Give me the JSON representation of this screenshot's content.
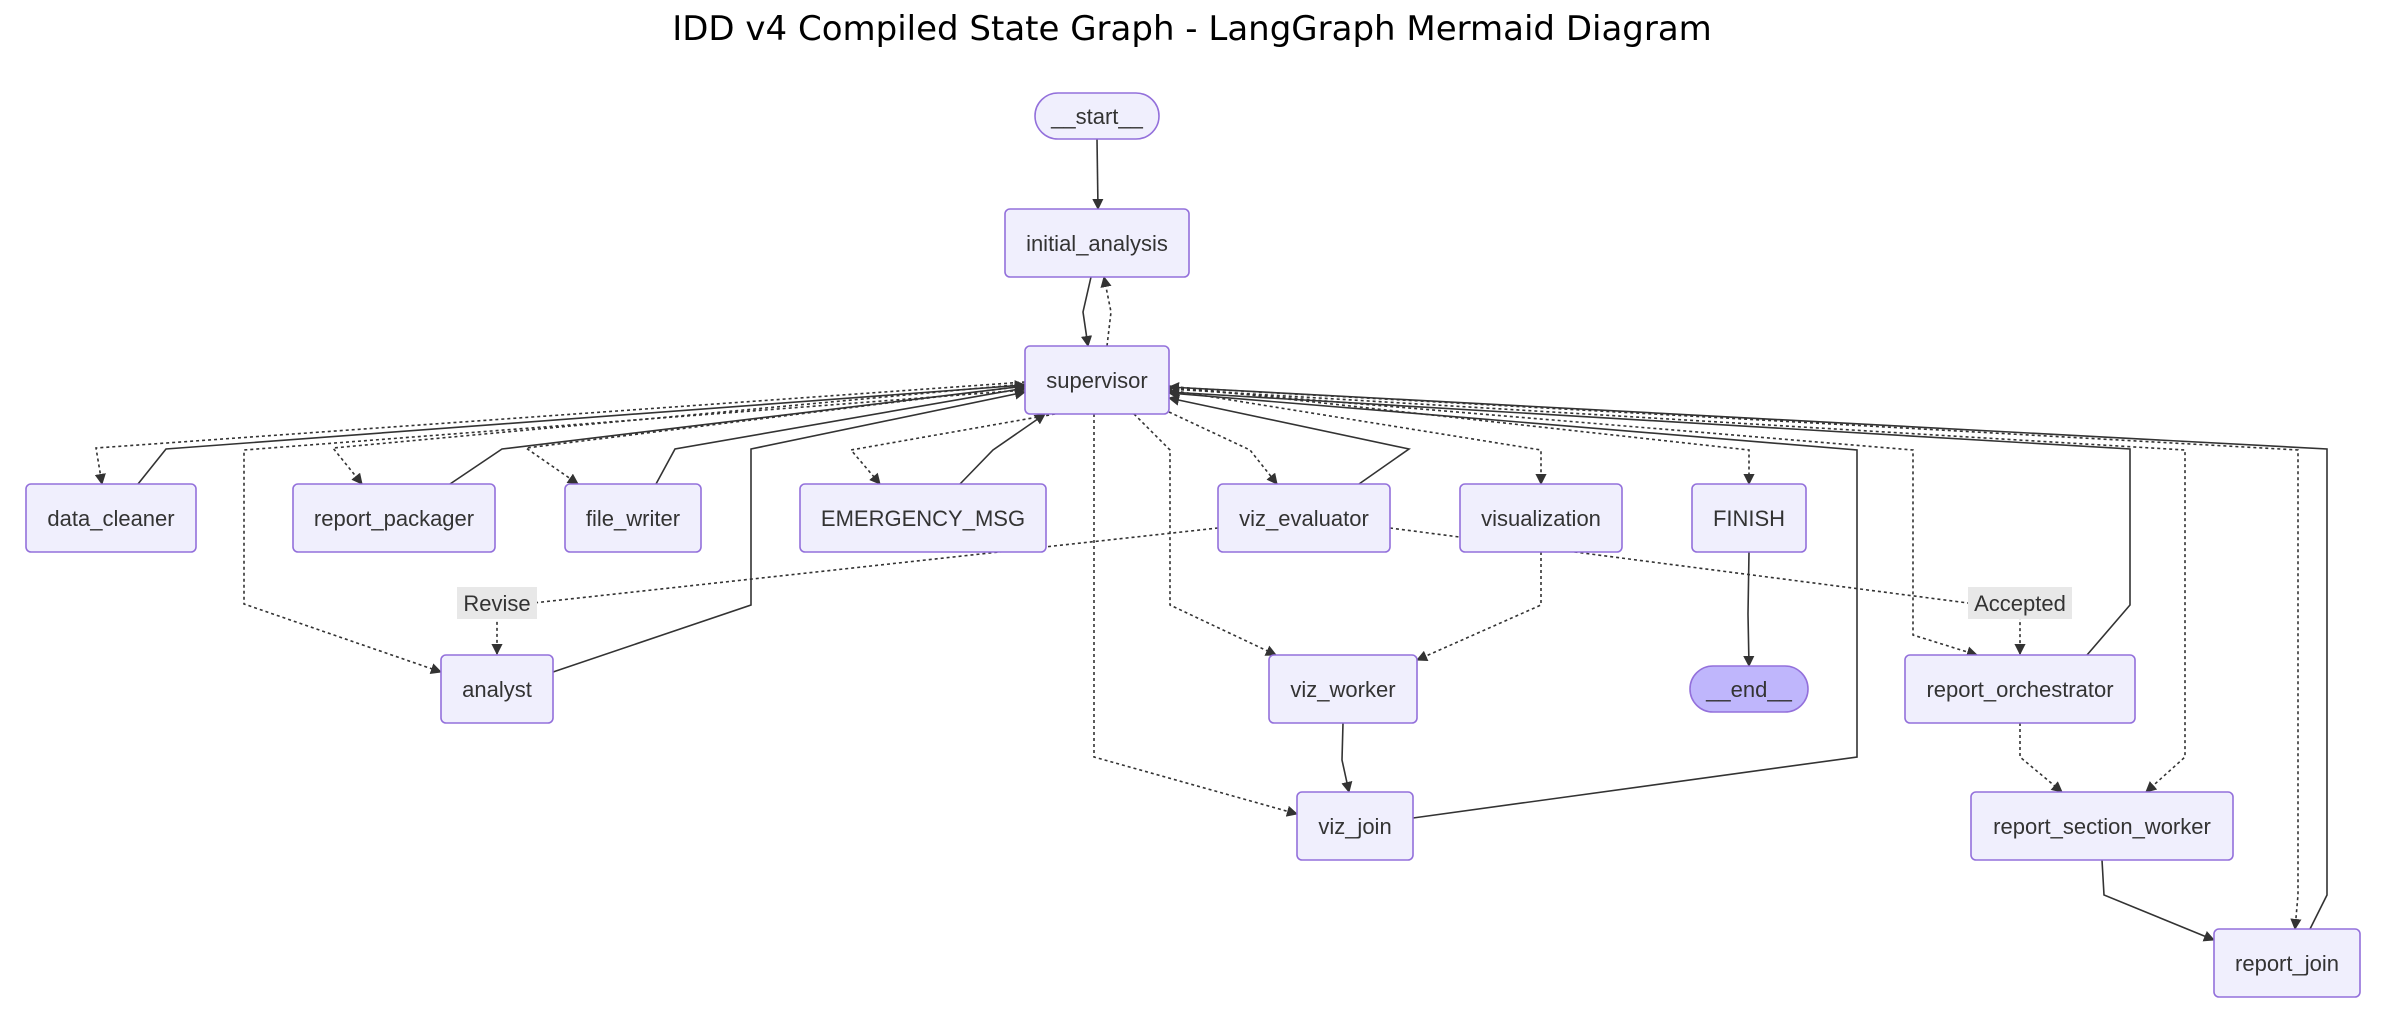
{
  "diagram": {
    "title": "IDD v4 Compiled State Graph - LangGraph Mermaid Diagram",
    "colors": {
      "node_fill": "#f0effd",
      "node_stroke": "#9370db",
      "terminal_fill": "#bfb6fc",
      "edge": "#333333",
      "label_bg": "#e8e8e8",
      "text": "#333333"
    },
    "nodes": [
      {
        "id": "start",
        "label": "__start__",
        "kind": "terminal"
      },
      {
        "id": "initial_analysis",
        "label": "initial_analysis",
        "kind": "process"
      },
      {
        "id": "supervisor",
        "label": "supervisor",
        "kind": "process"
      },
      {
        "id": "data_cleaner",
        "label": "data_cleaner",
        "kind": "process"
      },
      {
        "id": "report_packager",
        "label": "report_packager",
        "kind": "process"
      },
      {
        "id": "file_writer",
        "label": "file_writer",
        "kind": "process"
      },
      {
        "id": "emergency_msg",
        "label": "EMERGENCY_MSG",
        "kind": "process"
      },
      {
        "id": "viz_evaluator",
        "label": "viz_evaluator",
        "kind": "process"
      },
      {
        "id": "visualization",
        "label": "visualization",
        "kind": "process"
      },
      {
        "id": "finish",
        "label": "FINISH",
        "kind": "process"
      },
      {
        "id": "analyst",
        "label": "analyst",
        "kind": "process"
      },
      {
        "id": "viz_worker",
        "label": "viz_worker",
        "kind": "process"
      },
      {
        "id": "end",
        "label": "__end__",
        "kind": "end"
      },
      {
        "id": "report_orchestrator",
        "label": "report_orchestrator",
        "kind": "process"
      },
      {
        "id": "viz_join",
        "label": "viz_join",
        "kind": "process"
      },
      {
        "id": "report_section_worker",
        "label": "report_section_worker",
        "kind": "process"
      },
      {
        "id": "report_join",
        "label": "report_join",
        "kind": "process"
      }
    ],
    "edge_labels": [
      {
        "id": "revise",
        "text": "Revise"
      },
      {
        "id": "accepted",
        "text": "Accepted"
      }
    ],
    "edges": [
      {
        "from": "start",
        "to": "initial_analysis",
        "style": "solid"
      },
      {
        "from": "initial_analysis",
        "to": "supervisor",
        "style": "solid"
      },
      {
        "from": "supervisor",
        "to": "initial_analysis",
        "style": "dotted"
      },
      {
        "from": "supervisor",
        "to": "data_cleaner",
        "style": "dotted"
      },
      {
        "from": "data_cleaner",
        "to": "supervisor",
        "style": "solid"
      },
      {
        "from": "supervisor",
        "to": "report_packager",
        "style": "dotted"
      },
      {
        "from": "report_packager",
        "to": "supervisor",
        "style": "solid"
      },
      {
        "from": "supervisor",
        "to": "file_writer",
        "style": "dotted"
      },
      {
        "from": "file_writer",
        "to": "supervisor",
        "style": "solid"
      },
      {
        "from": "supervisor",
        "to": "emergency_msg",
        "style": "dotted"
      },
      {
        "from": "emergency_msg",
        "to": "supervisor",
        "style": "solid"
      },
      {
        "from": "supervisor",
        "to": "viz_evaluator",
        "style": "dotted"
      },
      {
        "from": "viz_evaluator",
        "to": "supervisor",
        "style": "solid"
      },
      {
        "from": "supervisor",
        "to": "visualization",
        "style": "dotted"
      },
      {
        "from": "supervisor",
        "to": "finish",
        "style": "dotted"
      },
      {
        "from": "supervisor",
        "to": "analyst",
        "style": "dotted"
      },
      {
        "from": "analyst",
        "to": "supervisor",
        "style": "solid"
      },
      {
        "from": "supervisor",
        "to": "viz_worker",
        "style": "dotted"
      },
      {
        "from": "supervisor",
        "to": "viz_join",
        "style": "dotted"
      },
      {
        "from": "viz_join",
        "to": "supervisor",
        "style": "solid"
      },
      {
        "from": "supervisor",
        "to": "report_orchestrator",
        "style": "dotted"
      },
      {
        "from": "report_orchestrator",
        "to": "supervisor",
        "style": "solid"
      },
      {
        "from": "supervisor",
        "to": "report_section_worker",
        "style": "dotted"
      },
      {
        "from": "supervisor",
        "to": "report_join",
        "style": "dotted"
      },
      {
        "from": "report_join",
        "to": "supervisor",
        "style": "solid"
      },
      {
        "from": "viz_evaluator",
        "to": "analyst",
        "style": "dotted",
        "label": "Revise"
      },
      {
        "from": "viz_evaluator",
        "to": "report_orchestrator",
        "style": "dotted",
        "label": "Accepted"
      },
      {
        "from": "visualization",
        "to": "viz_worker",
        "style": "dotted"
      },
      {
        "from": "viz_worker",
        "to": "viz_join",
        "style": "solid"
      },
      {
        "from": "finish",
        "to": "end",
        "style": "solid"
      },
      {
        "from": "report_orchestrator",
        "to": "report_section_worker",
        "style": "dotted"
      },
      {
        "from": "report_section_worker",
        "to": "report_join",
        "style": "solid"
      }
    ]
  }
}
